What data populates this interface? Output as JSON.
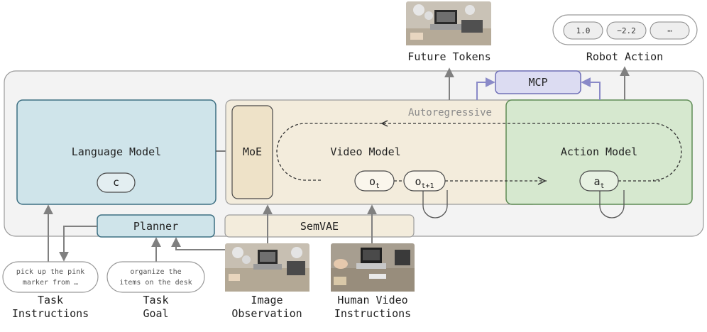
{
  "outputs": {
    "future_tokens_label": "Future Tokens",
    "robot_action_label": "Robot Action",
    "robot_action_values": [
      "1.0",
      "−2.2",
      "⋯"
    ]
  },
  "modules": {
    "language_model": "Language Model",
    "language_token": "c",
    "moe": "MoE",
    "video_model": "Video Model",
    "action_model": "Action Model",
    "mcp": "MCP",
    "planner": "Planner",
    "semvae": "SemVAE",
    "autoregressive": "Autoregressive"
  },
  "tokens": {
    "o_t": {
      "base": "o",
      "sub": "t"
    },
    "o_t1": {
      "base": "o",
      "sub": "t+1"
    },
    "a_t": {
      "base": "a",
      "sub": "t"
    }
  },
  "inputs": {
    "task_instruction_text_1": "pick up the pink",
    "task_instruction_text_2": "marker from …",
    "task_instructions_label_1": "Task",
    "task_instructions_label_2": "Instructions",
    "task_goal_text_1": "organize the",
    "task_goal_text_2": "items on the desk",
    "task_goal_label_1": "Task",
    "task_goal_label_2": "Goal",
    "image_observation_label_1": "Image",
    "image_observation_label_2": "Observation",
    "human_video_label_1": "Human Video",
    "human_video_label_2": "Instructions"
  },
  "colors": {
    "language_fill": "#cfe4ea",
    "language_stroke": "#3d6f82",
    "video_fill": "#f3ecdc",
    "action_fill": "#d6e8cf",
    "action_stroke": "#5e8b55",
    "mcp_fill": "#dcdcf2",
    "mcp_arrow": "#8a8ac8",
    "outer_fill": "#f3f3f3",
    "arrow": "#808080"
  }
}
